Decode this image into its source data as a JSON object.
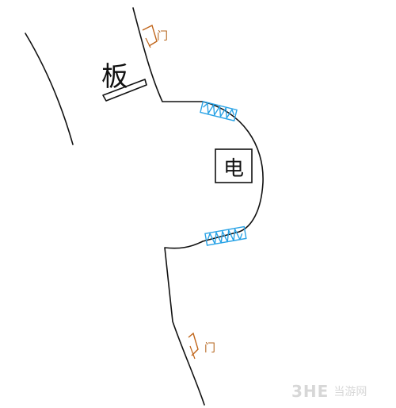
{
  "labels": {
    "board": "板",
    "electric": "电",
    "door_top": "门",
    "door_bottom": "门"
  },
  "watermark": {
    "mark": "3HE",
    "text": "当游网"
  },
  "colors": {
    "wall": "#111111",
    "door": "#c0651a",
    "spring": "#2aa3e6"
  },
  "icons": {
    "board_underline": "plank-mark",
    "electric_box": "square-frame",
    "spring": "zigzag-spring"
  }
}
